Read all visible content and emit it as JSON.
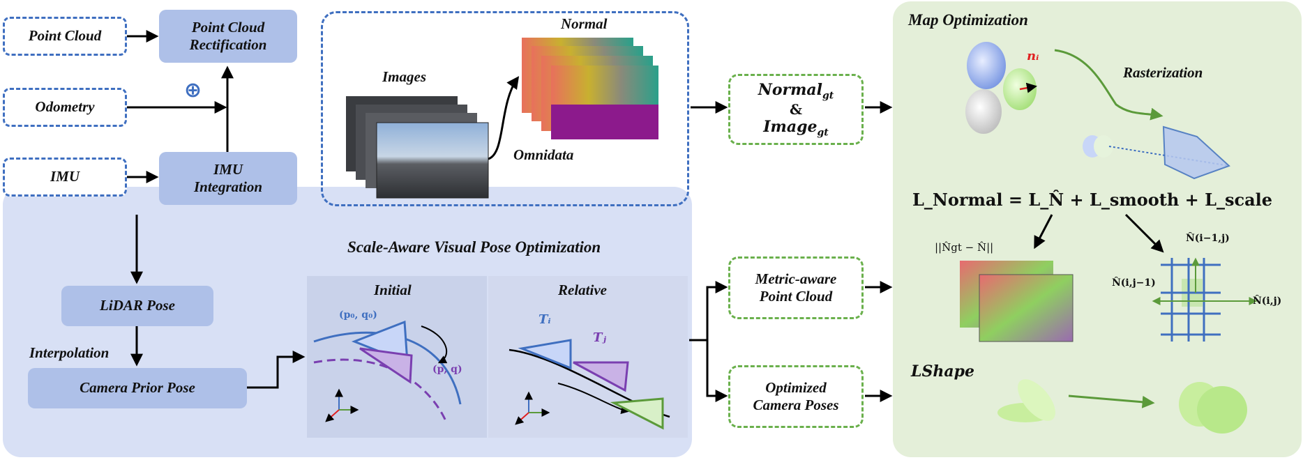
{
  "inputs": {
    "point_cloud": "Point Cloud",
    "odometry": "Odometry",
    "imu": "IMU"
  },
  "processing": {
    "rectification_line1": "Point Cloud",
    "rectification_line2": "Rectification",
    "imu_int_line1": "IMU",
    "imu_int_line2": "Integration",
    "oplus": "⊕"
  },
  "omnidata_panel": {
    "images": "Images",
    "normal": "Normal",
    "omnidata": "Omnidata"
  },
  "gt_box": {
    "normal": "Normal",
    "normal_sub": "gt",
    "amp": "&",
    "image": "Image",
    "image_sub": "gt"
  },
  "vpo_panel": {
    "title": "Scale-Aware Visual Pose Optimization",
    "lidar_pose": "LiDAR Pose",
    "interpolation": "Interpolation",
    "camera_prior_pose": "Camera Prior Pose",
    "initial": "Initial",
    "relative": "Relative",
    "p0q0": "(p₀, q₀)",
    "pq": "(p, q)",
    "ti": "Tᵢ",
    "tj": "Tⱼ"
  },
  "outputs": {
    "metric_line1": "Metric-aware",
    "metric_line2": "Point Cloud",
    "opt_line1": "Optimized",
    "opt_line2": "Camera Poses"
  },
  "map_panel": {
    "title": "Map Optimization",
    "ni": "nᵢ",
    "rasterization": "Rasterization",
    "loss_normal": "L_Normal = L_N̂ + L_smooth + L_scale",
    "norm_diff": "||N̂gt − N̂||",
    "n_up": "N̂(i−1,j)",
    "n_left": "N̂(i,j−1)",
    "n_right": "N̂(i,j)",
    "l_shape": "LShape"
  },
  "colors": {
    "blue_dash": "#3f6fc0",
    "green_dash": "#6ab04c",
    "blue_box": "#aec0e8",
    "panel_blue": "#d6def4",
    "panel_green": "#e4efd9",
    "green_arrow": "#5b9a3a"
  }
}
